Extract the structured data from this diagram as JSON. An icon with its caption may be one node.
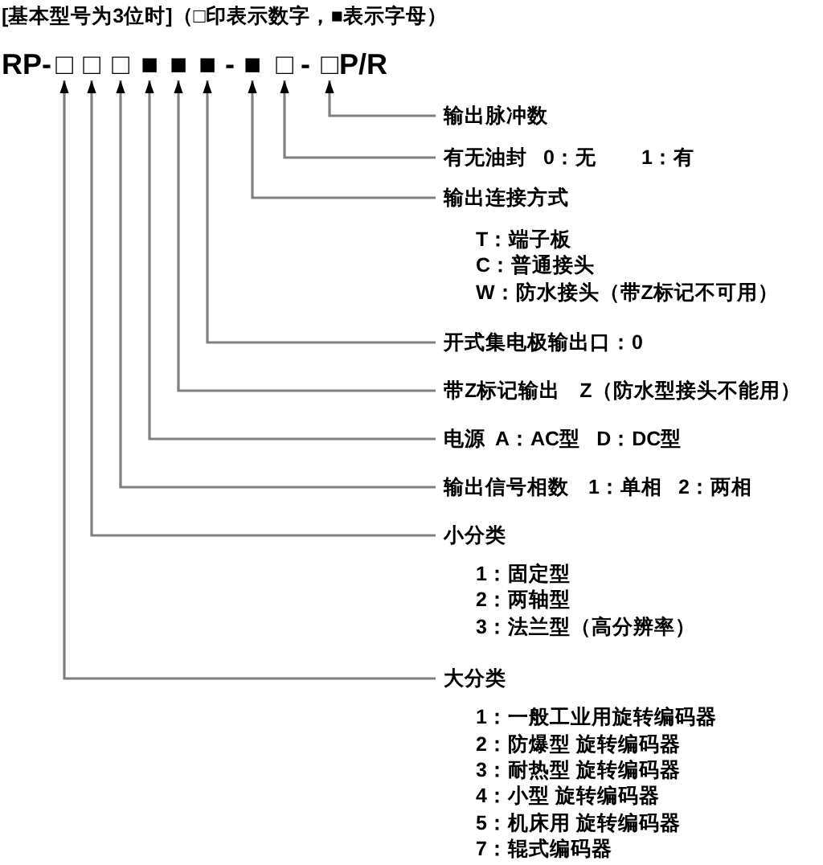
{
  "diagram": {
    "title": "[基本型号为3位时]（□印表示数字，■表示字母）",
    "nodes": [
      {
        "text": [
          "□"
        ]
      },
      {
        "text": [
          "□"
        ]
      },
      {
        "text": [
          "□"
        ]
      },
      {
        "text": [
          "■"
        ]
      },
      {
        "text": [
          "■"
        ]
      },
      {
        "text": [
          "■"
        ]
      },
      {
        "text": [
          "■"
        ]
      },
      {
        "text": [
          "□"
        ]
      },
      {
        "text": [
          "□"
        ]
      },
      {
        "text": [
          "输出脉冲数"
        ]
      },
      {
        "text": [
          "有无油封",
          "0：无",
          "1：有"
        ]
      },
      {
        "text": [
          "输出连接方式",
          "T：端子板",
          "C：普通接头",
          "W：防水接头（带Z标记不可用）"
        ]
      },
      {
        "text": [
          "开式集电极输出口：0"
        ]
      },
      {
        "text": [
          "带Z标记输出",
          "Z（防水型接头不能用）"
        ]
      },
      {
        "text": [
          "电源",
          "A：AC型",
          "D：DC型"
        ]
      },
      {
        "text": [
          "输出信号相数",
          "1：单相",
          "2：两相"
        ]
      },
      {
        "text": [
          "小分类",
          "1：固定型",
          "2：两轴型",
          "3：法兰型（高分辨率）"
        ]
      },
      {
        "text": [
          "大分类",
          "1：一般工业用旋转编码器",
          "2：防爆型 旋转编码器",
          "3：耐热型 旋转编码器",
          "4：小型 旋转编码器",
          "5：机床用 旋转编码器",
          "7：辊式编码器"
        ]
      }
    ],
    "edges": [
      {
        "from": 9,
        "to": 8,
        "arrow": "to"
      },
      {
        "from": 10,
        "to": 7,
        "arrow": "to"
      },
      {
        "from": 11,
        "to": 6,
        "arrow": "to"
      },
      {
        "from": 12,
        "to": 5,
        "arrow": "to"
      },
      {
        "from": 13,
        "to": 4,
        "arrow": "to"
      },
      {
        "from": 14,
        "to": 3,
        "arrow": "to"
      },
      {
        "from": 15,
        "to": 2,
        "arrow": "to"
      },
      {
        "from": 16,
        "to": 1,
        "arrow": "to"
      },
      {
        "from": 17,
        "to": 0,
        "arrow": "to"
      }
    ],
    "labels": [
      "RP-",
      "-",
      "-",
      "P/R"
    ]
  }
}
